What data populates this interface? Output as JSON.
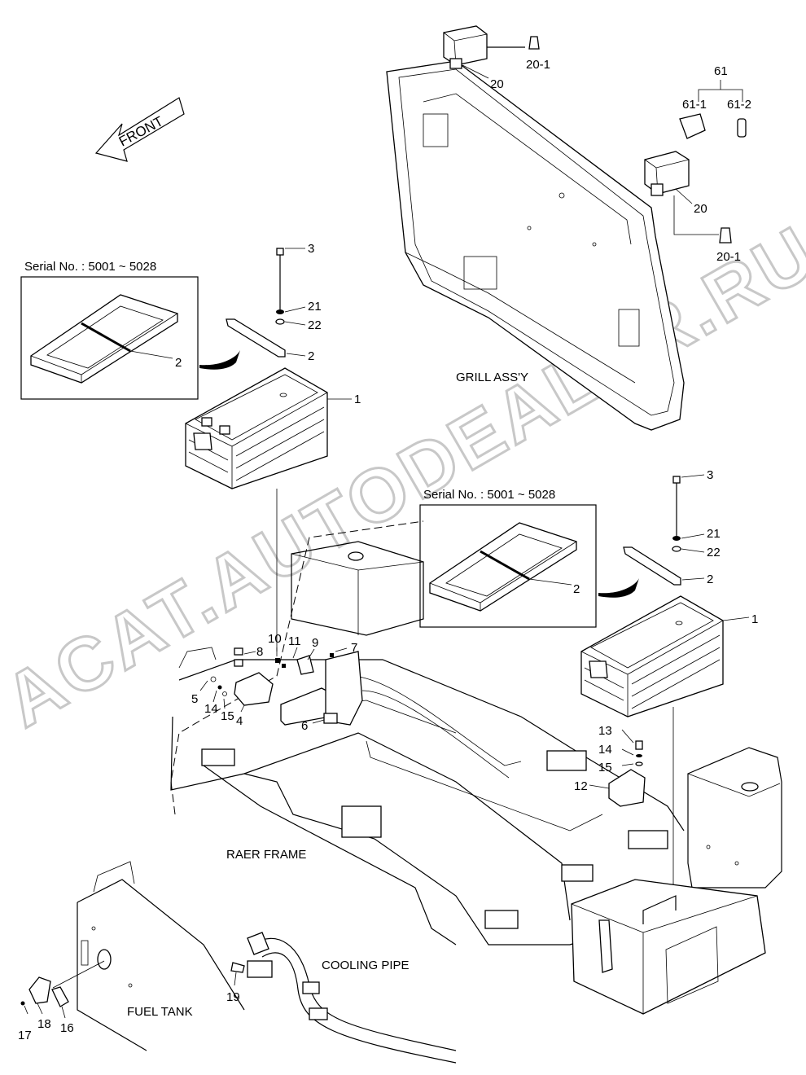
{
  "direction": {
    "front": "FRONT"
  },
  "captions": {
    "grill": "GRILL ASS'Y",
    "rear_frame": "RAER FRAME",
    "cooling_pipe": "COOLING PIPE",
    "fuel_tank": "FUEL TANK"
  },
  "inset_left": {
    "serial": "Serial No. : 5001 ~ 5028",
    "part": "2"
  },
  "inset_right": {
    "serial": "Serial No. : 5001 ~ 5028",
    "part": "2"
  },
  "watermark": "ACAT.AUTODEALER.RU",
  "callouts": {
    "lamp_top": "20",
    "lamp_top_bulb": "20-1",
    "p61": "61",
    "p61_1": "61-1",
    "p61_2": "61-2",
    "lamp_right": "20",
    "lamp_right_bulb": "20-1",
    "l_bolt": "3",
    "l_washer1": "21",
    "l_washer2": "22",
    "l_bracket": "2",
    "l_battery": "1",
    "r_bolt": "3",
    "r_washer1": "21",
    "r_washer2": "22",
    "r_bracket": "2",
    "r_battery": "1",
    "p10": "10",
    "p11": "11",
    "p9": "9",
    "p8": "8",
    "p7": "7",
    "p5": "5",
    "p14a": "14",
    "p15a": "15",
    "p4": "4",
    "p6": "6",
    "p13": "13",
    "p14b": "14",
    "p15b": "15",
    "p12": "12",
    "p19": "19",
    "p17": "17",
    "p18": "18",
    "p16": "16"
  }
}
